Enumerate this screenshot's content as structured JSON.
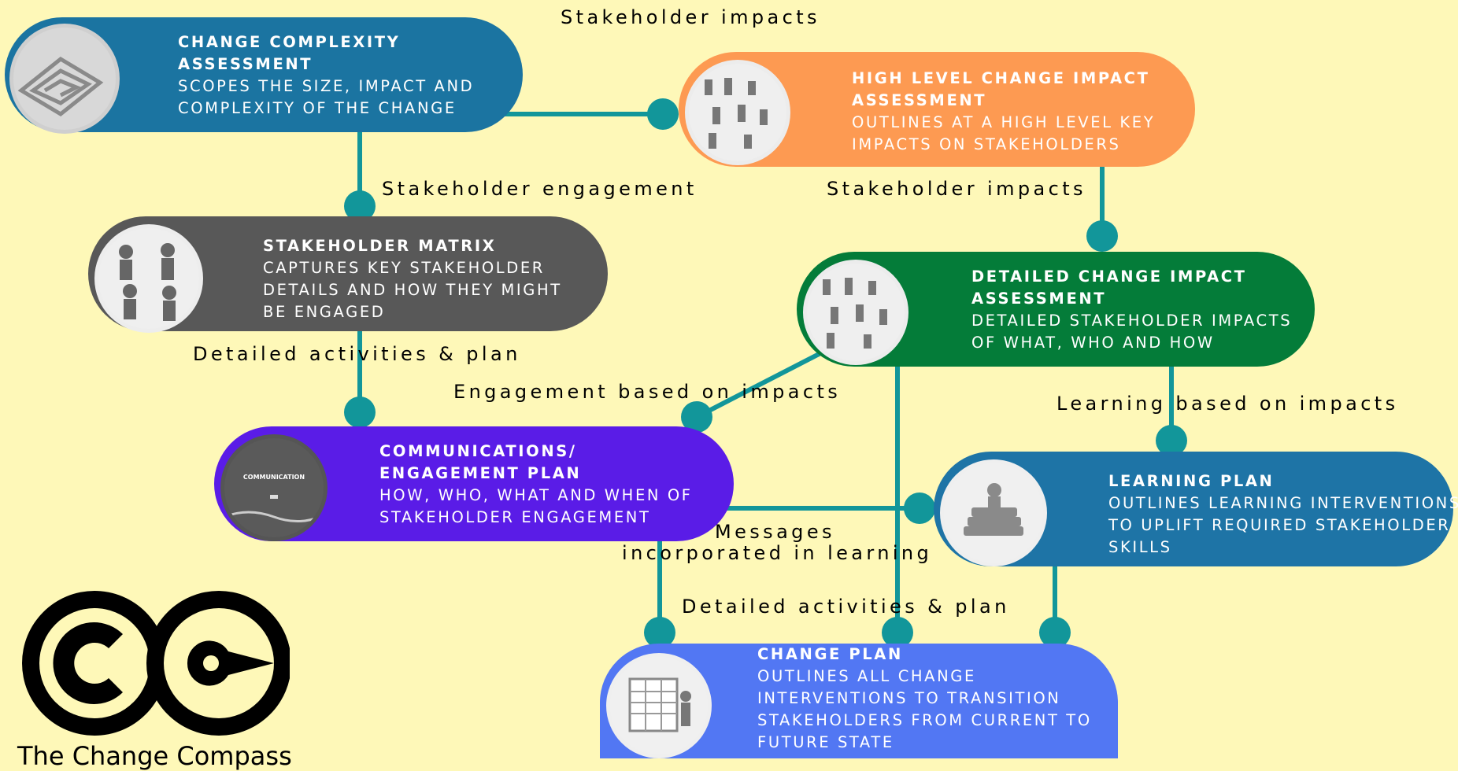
{
  "colors": {
    "background": "#fef8b8",
    "connector": "#12969a",
    "change_complexity": "#1b74a1",
    "high_level_impact": "#fd9a52",
    "stakeholder_matrix": "#585858",
    "detailed_impact": "#047c39",
    "communications": "#5a1ce7",
    "learning": "#1e74a6",
    "change_plan": "#5277f3"
  },
  "boxes": {
    "change_complexity": {
      "title": [
        "CHANGE COMPLEXITY",
        "ASSESSMENT"
      ],
      "desc": [
        "SCOPES THE SIZE, IMPACT AND",
        "COMPLEXITY OF THE CHANGE"
      ],
      "image": "maze-illustration"
    },
    "high_level_impact": {
      "title": [
        "HIGH LEVEL CHANGE IMPACT",
        "ASSESSMENT"
      ],
      "desc": [
        "OUTLINES AT A HIGH LEVEL KEY",
        "IMPACTS ON STAKEHOLDERS"
      ],
      "image": "office-people-illustration"
    },
    "stakeholder_matrix": {
      "title": [
        "STAKEHOLDER MATRIX"
      ],
      "desc": [
        "CAPTURES KEY STAKEHOLDER",
        "DETAILS AND HOW THEY MIGHT",
        "BE ENGAGED"
      ],
      "image": "stakeholder-people-illustration"
    },
    "detailed_impact": {
      "title": [
        "DETAILED CHANGE IMPACT",
        "ASSESSMENT"
      ],
      "desc": [
        "DETAILED STAKEHOLDER IMPACTS",
        "OF WHAT, WHO AND HOW"
      ],
      "image": "office-people-illustration"
    },
    "communications": {
      "title": [
        "COMMUNICATIONS/",
        "ENGAGEMENT PLAN"
      ],
      "desc": [
        "HOW, WHO, WHAT AND WHEN OF",
        "STAKEHOLDER ENGAGEMENT"
      ],
      "image": "communication-slide",
      "image_text": "COMMUNICATION"
    },
    "learning": {
      "title": [
        "LEARNING PLAN"
      ],
      "desc": [
        "OUTLINES LEARNING INTERVENTIONS",
        "TO UPLIFT REQUIRED STAKEHOLDER",
        "SKILLS"
      ],
      "image": "books-learning-illustration"
    },
    "change_plan": {
      "title": [
        "CHANGE PLAN"
      ],
      "desc": [
        "OUTLINES ALL CHANGE",
        "INTERVENTIONS TO TRANSITION",
        "STAKEHOLDERS FROM CURRENT TO",
        "FUTURE STATE"
      ],
      "image": "calendar-planning-illustration"
    }
  },
  "labels": {
    "top_stakeholder_impacts": "Stakeholder impacts",
    "stakeholder_engagement": "Stakeholder engagement",
    "stakeholder_impacts": "Stakeholder impacts",
    "detailed_activities_1": "Detailed activities & plan",
    "engagement_based_on_impacts": "Engagement based on impacts",
    "learning_based_on_impacts": "Learning based on impacts",
    "messages": "Messages",
    "incorporated_in_learning": "incorporated in learning",
    "detailed_activities_2": "Detailed activities & plan"
  },
  "logo": {
    "text": "The Change Compass",
    "icon": "change-compass-logo-icon"
  }
}
